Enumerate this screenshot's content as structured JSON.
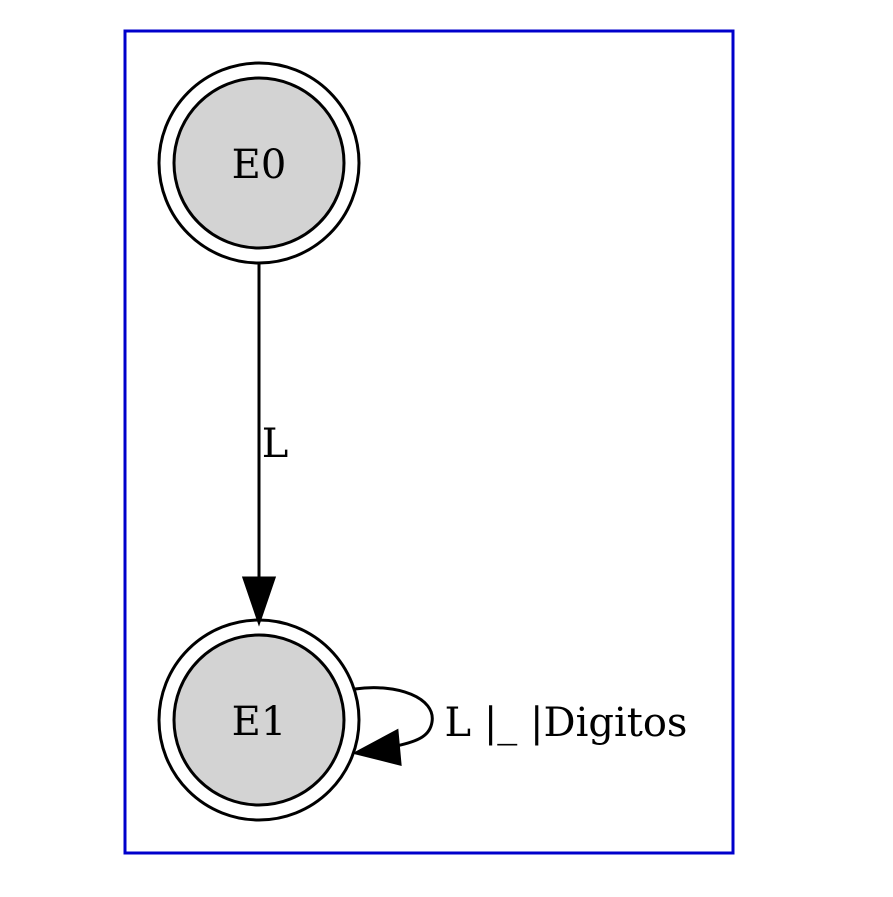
{
  "diagram": {
    "type": "state-machine",
    "cluster_color": "#0000cc",
    "node_fill": "#d3d3d3",
    "stroke_color": "#000000",
    "nodes": [
      {
        "id": "E0",
        "label": "E0",
        "accepting": true
      },
      {
        "id": "E1",
        "label": "E1",
        "accepting": true
      }
    ],
    "edges": [
      {
        "from": "E0",
        "to": "E1",
        "label": "L"
      },
      {
        "from": "E1",
        "to": "E1",
        "label": "L |_ |Digitos"
      }
    ]
  }
}
